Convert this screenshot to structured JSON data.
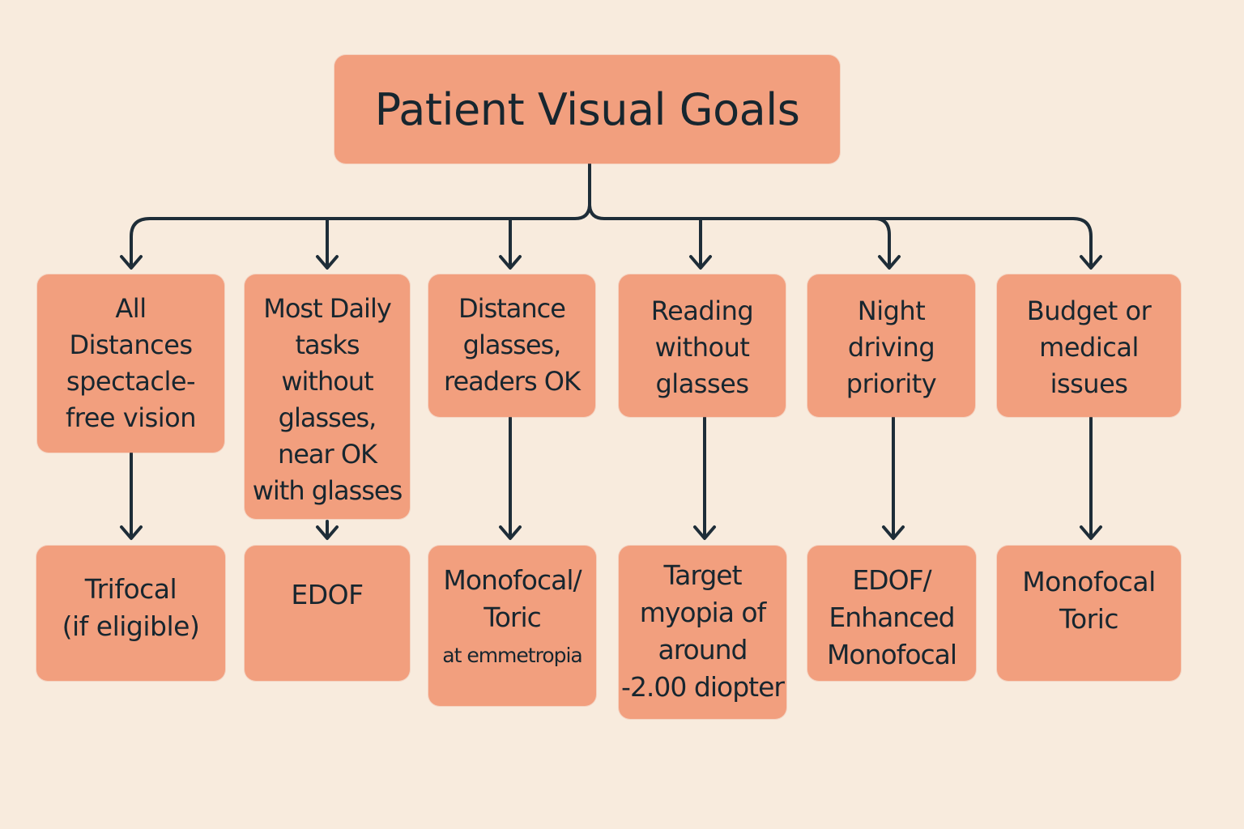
{
  "title": "Patient Visual Goals",
  "colors": {
    "background": "#f8ebdd",
    "box_fill": "#f29f7e",
    "text": "#17262f",
    "connector": "#1e2d38"
  },
  "branches": [
    {
      "goal": [
        "All",
        "Distances",
        "spectacle-",
        "free vision"
      ],
      "recommendation": [
        "Trifocal",
        "(if eligible)"
      ],
      "recommendation_note": ""
    },
    {
      "goal": [
        "Most Daily",
        "tasks",
        "without",
        "glasses,",
        "near OK",
        "with glasses"
      ],
      "recommendation": [
        "EDOF"
      ],
      "recommendation_note": ""
    },
    {
      "goal": [
        "Distance",
        "glasses,",
        "readers OK"
      ],
      "recommendation": [
        "Monofocal/",
        "Toric"
      ],
      "recommendation_note": "at emmetropia"
    },
    {
      "goal": [
        "Reading",
        "without",
        "glasses"
      ],
      "recommendation": [
        "Target",
        "myopia of",
        "around",
        "-2.00 diopter"
      ],
      "recommendation_note": ""
    },
    {
      "goal": [
        "Night",
        "driving",
        "priority"
      ],
      "recommendation": [
        "EDOF/",
        "Enhanced",
        "Monofocal"
      ],
      "recommendation_note": ""
    },
    {
      "goal": [
        "Budget or",
        "medical",
        "issues"
      ],
      "recommendation": [
        "Monofocal",
        "Toric"
      ],
      "recommendation_note": ""
    }
  ]
}
